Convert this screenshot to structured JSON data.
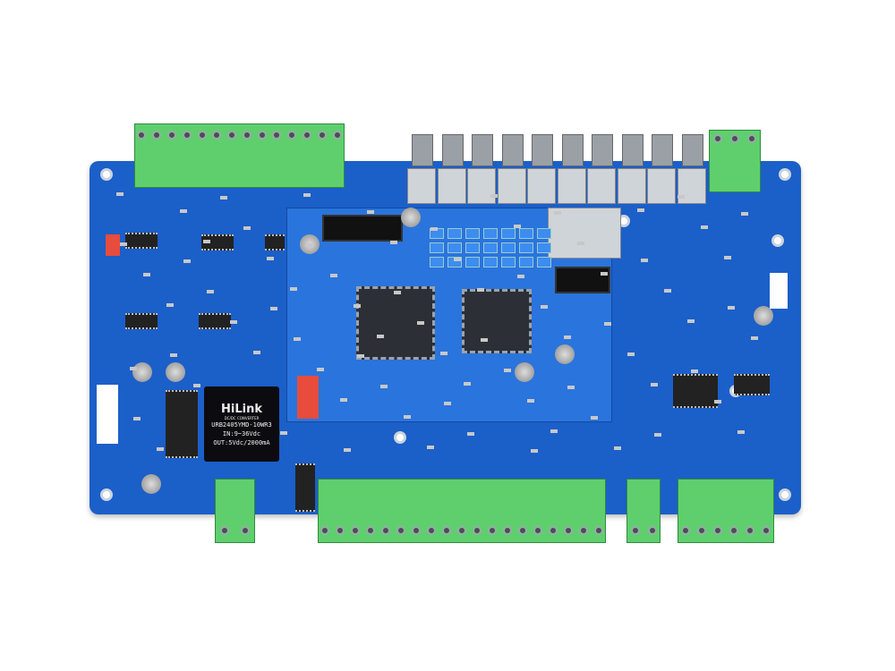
{
  "colors": {
    "board": "#1b5fc9",
    "terminal": "#5fcf6e",
    "daughter_board": "#2a74dd"
  },
  "power_module": {
    "brand": "HiLink",
    "subtitle": "DC/DC CONVERTER",
    "model": "URB2405YMD-10WR3",
    "input": "IN:9~36Vdc",
    "output": "OUT:5Vdc/2000mA"
  }
}
